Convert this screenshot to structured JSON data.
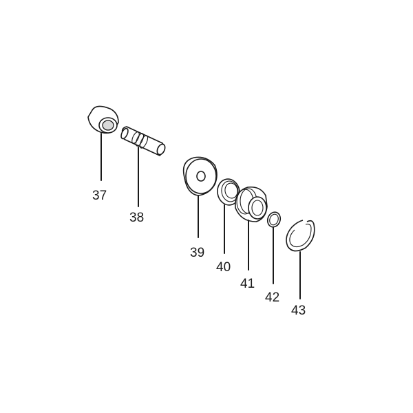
{
  "parts": [
    {
      "id": "p37",
      "label": "37"
    },
    {
      "id": "p38",
      "label": "38"
    },
    {
      "id": "p39",
      "label": "39"
    },
    {
      "id": "p40",
      "label": "40"
    },
    {
      "id": "p41",
      "label": "41"
    },
    {
      "id": "p42",
      "label": "42"
    },
    {
      "id": "p43",
      "label": "43"
    }
  ],
  "colors": {
    "ink": "#1a1a1a",
    "background": "#ffffff",
    "shade": "#d9d9d9"
  }
}
